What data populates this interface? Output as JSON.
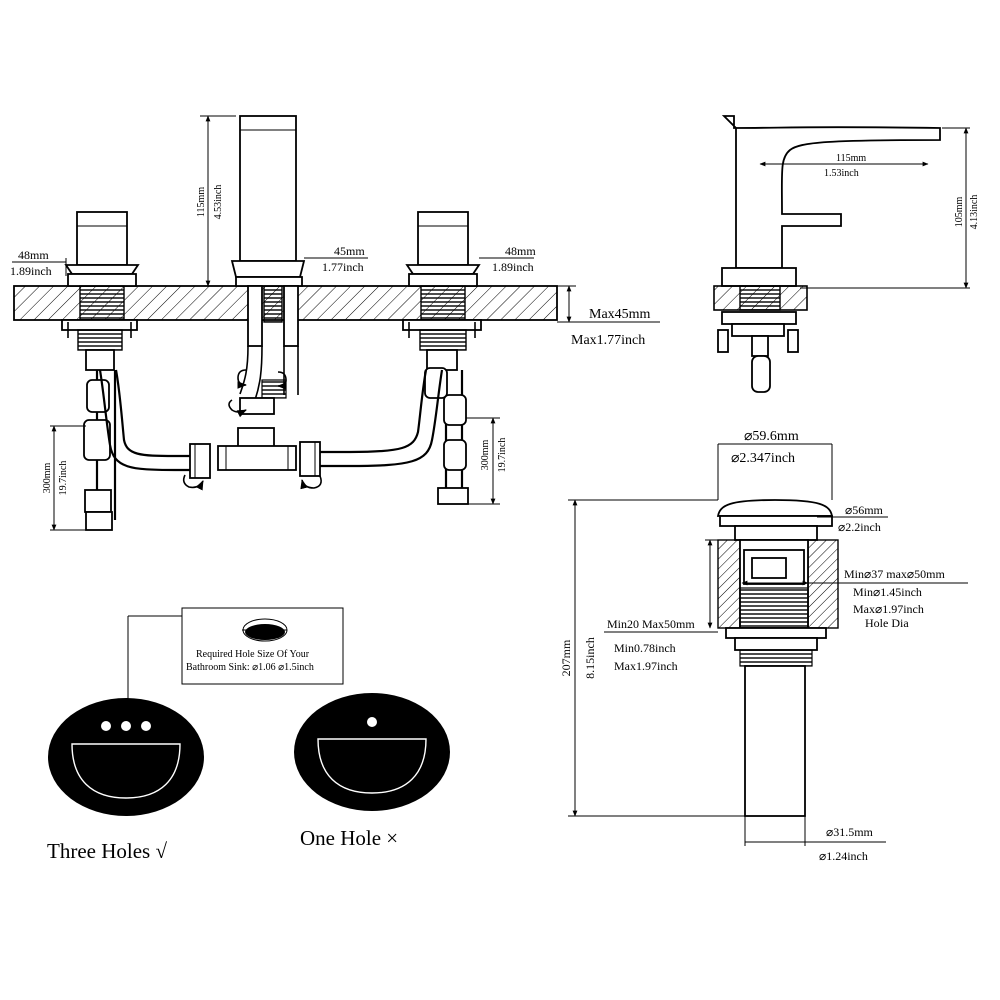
{
  "front_view": {
    "left_handle_width": {
      "mm": "48mm",
      "inch": "1.89inch"
    },
    "right_handle_width": {
      "mm": "48mm",
      "inch": "1.89inch"
    },
    "spout_width": {
      "mm": "45mm",
      "inch": "1.77inch"
    },
    "spout_height": {
      "mm": "115mm",
      "inch": "4.53inch"
    },
    "deck_thickness": {
      "mm": "Max45mm",
      "inch": "Max1.77inch"
    },
    "left_hose_length": {
      "mm": "300mm",
      "inch": "19.7inch"
    },
    "right_hose_length": {
      "mm": "300mm",
      "inch": "19.7inch"
    }
  },
  "side_view": {
    "reach": {
      "mm": "115mm",
      "inch": "1.53inch"
    },
    "height": {
      "mm": "105mm",
      "inch": "4.13inch"
    }
  },
  "drain": {
    "cap_diameter": {
      "mm": "⌀59.6mm",
      "inch": "⌀2.347inch"
    },
    "body_diameter": {
      "mm": "⌀56mm",
      "inch": "⌀2.2inch"
    },
    "hole_range": {
      "mm": "Min⌀37 max⌀50mm",
      "inch_min": "Min⌀1.45inch",
      "inch_max": "Max⌀1.97inch",
      "note": "Hole Dia"
    },
    "thickness_range": {
      "mm": "Min20 Max50mm",
      "inch_min": "Min0.78inch",
      "inch_max": "Max1.97inch"
    },
    "total_height": {
      "mm": "207mm",
      "inch": "8.15inch"
    },
    "tail_diameter": {
      "mm": "⌀31.5mm",
      "inch": "⌀1.24inch"
    }
  },
  "sink_note": {
    "line1": "Required Hole Size Of Your",
    "line2": "Bathroom Sink: ⌀1.06 ⌀1.5inch"
  },
  "sinks": {
    "three_holes": "Three Holes √",
    "one_hole": "One Hole ×"
  }
}
